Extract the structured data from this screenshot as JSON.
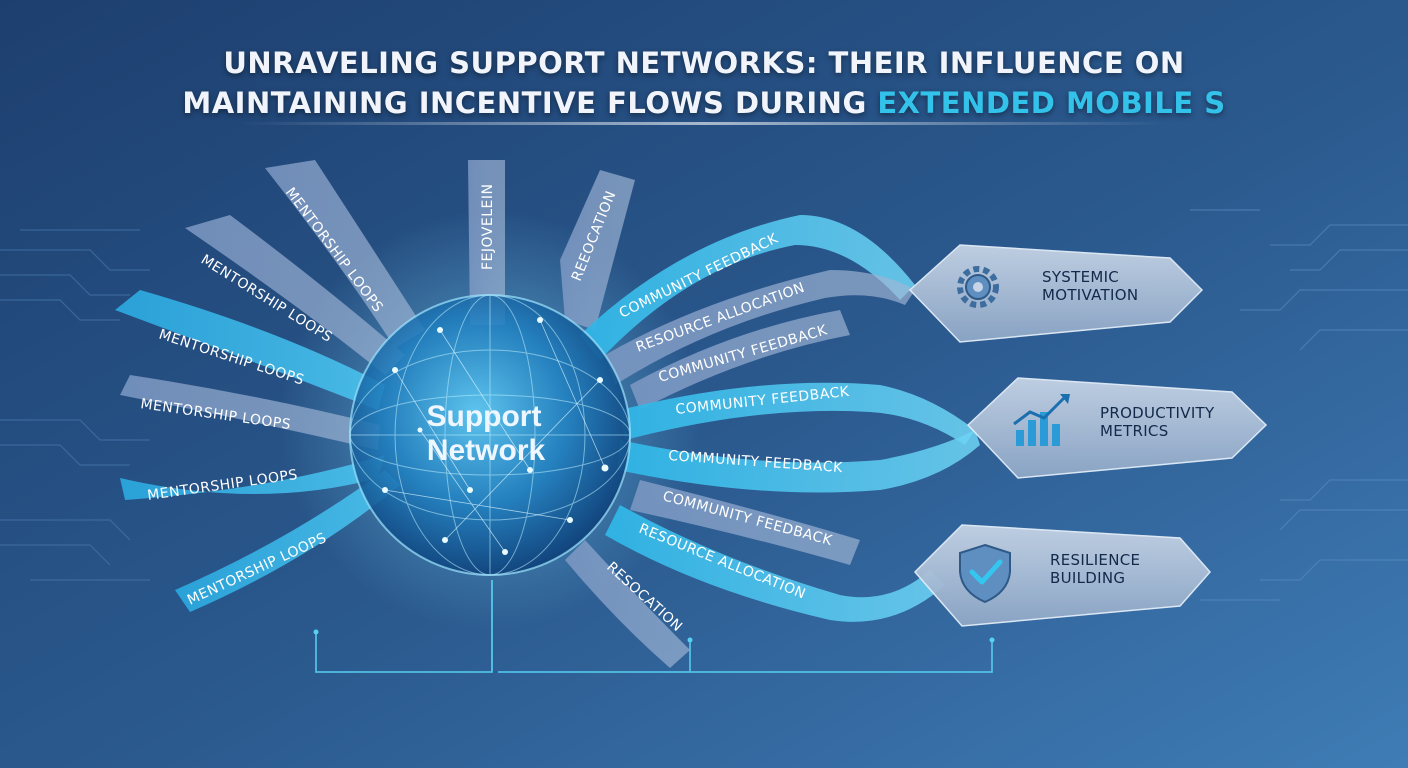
{
  "title": {
    "line1": "UNRAVELING SUPPORT NETWORKS: THEIR INFLUENCE ON",
    "line2_main": "MAINTAINING INCENTIVE FLOWS DURING ",
    "line2_highlight": "EXTENDED MOBILE S"
  },
  "center": {
    "line1": "Support",
    "line2": "Network"
  },
  "left_ribbons": [
    "MENTORSHIP LOOPS",
    "MENTORSHIP LOOPS",
    "MENTORSHIP LOOPS",
    "MENTORSHIP LOOPS",
    "MENTORSHIP LOOPS",
    "MENTORSHIP LOOPS"
  ],
  "top_ribbons": [
    "FEJOVELEIN",
    "REEOCATION"
  ],
  "right_ribbons": [
    "COMMUNITY FEEDBACK",
    "RESOURCE ALLOCATION",
    "COMMUNITY FEEDBACK",
    "COMMUNITY FEEDBACK",
    "COMMUNITY FEEDBACK",
    "COMMUNITY FEEDBACK",
    "RESOURCE ALLOCATION",
    "RESOCATION"
  ],
  "outcomes": [
    {
      "line1": "SYSTEMIC",
      "line2": "MOTIVATION",
      "icon": "gear-icon"
    },
    {
      "line1": "PRODUCTIVITY",
      "line2": "METRICS",
      "icon": "bar-chart-icon"
    },
    {
      "line1": "RESILIENCE",
      "line2": "BUILDING",
      "icon": "shield-check-icon"
    }
  ],
  "colors": {
    "background_top": "#1f4474",
    "background_bottom": "#3a72aa",
    "accent": "#33c3ea",
    "ribbon_light": "#8fd8f3",
    "ribbon_dark": "#1a8fc9",
    "panel": "#a9bdd6"
  }
}
